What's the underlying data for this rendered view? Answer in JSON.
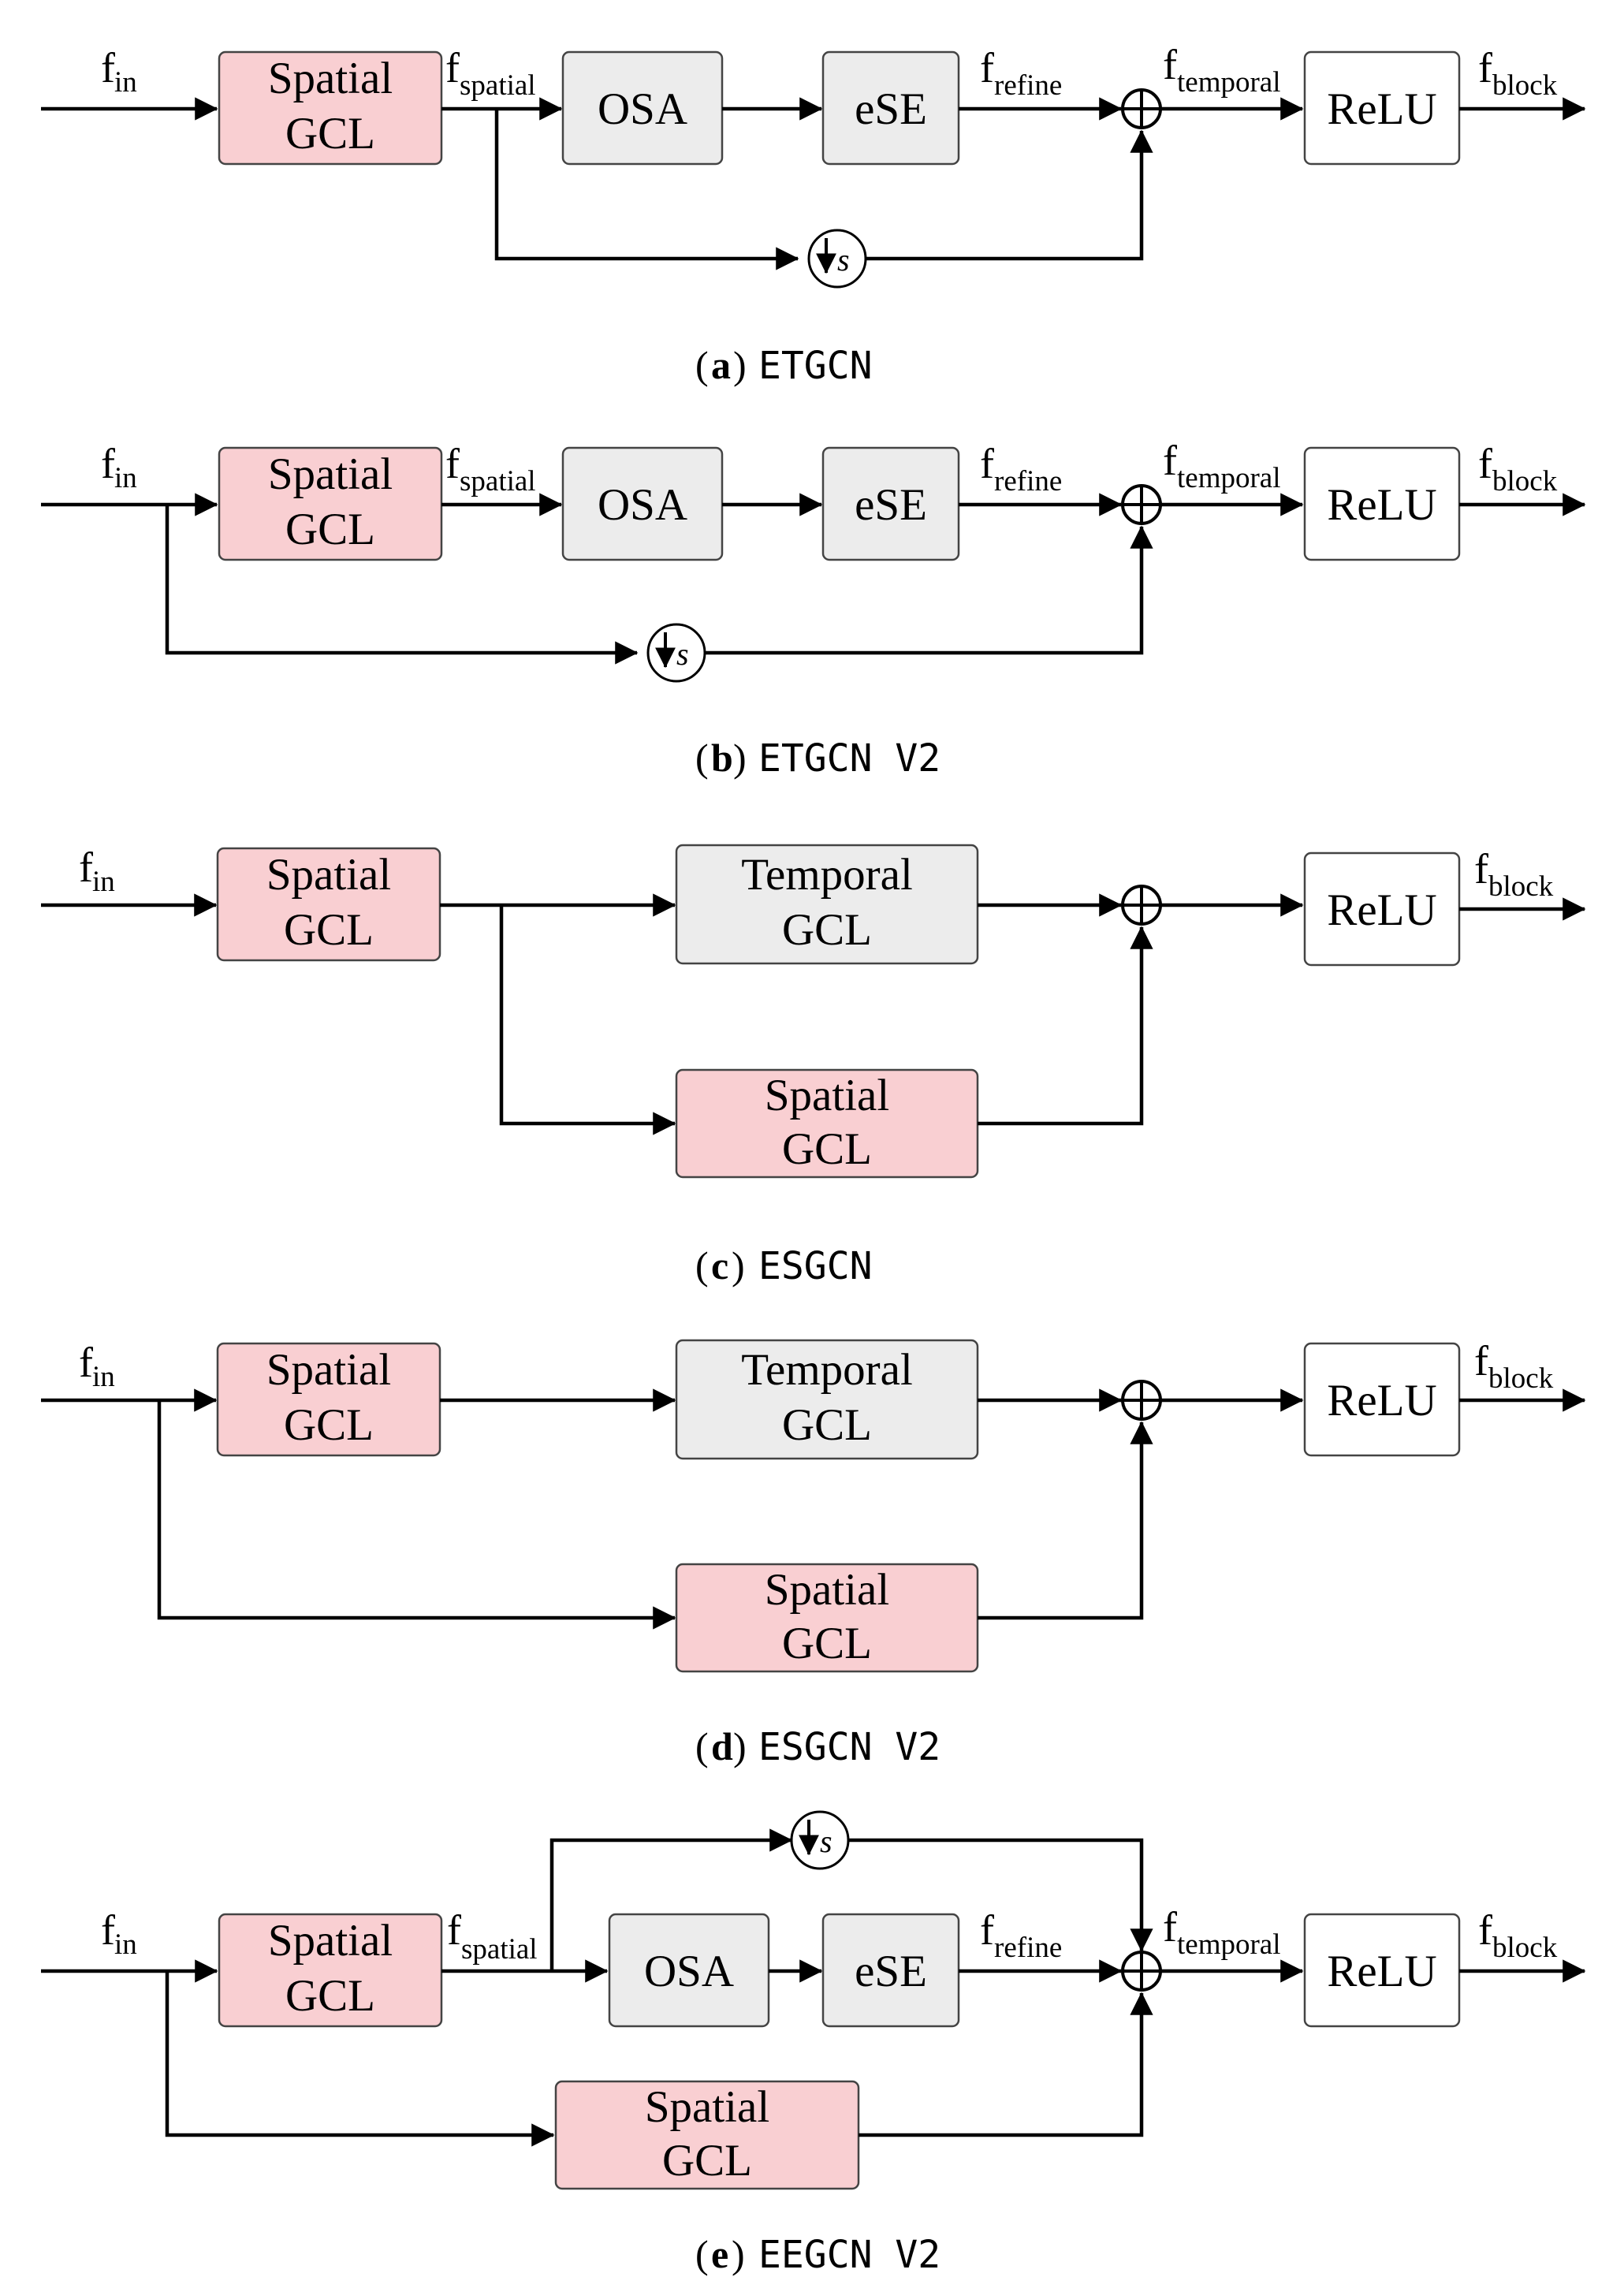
{
  "colors": {
    "spatial": "#f9cfd2",
    "gray": "#ececec",
    "white": "#ffffff",
    "stroke": "#444444"
  },
  "labels": {
    "spatial_gcl": [
      "Spatial",
      "GCL"
    ],
    "temporal_gcl": [
      "Temporal",
      "GCL"
    ],
    "osa": "OSA",
    "ese": "eSE",
    "relu": "ReLU",
    "downsample_symbol": "s"
  },
  "signals": {
    "f": "f",
    "in": "in",
    "spatial": "spatial",
    "refine": "refine",
    "temporal": "temporal",
    "block": "block"
  },
  "captions": [
    {
      "letter": "a",
      "text": "ETGCN"
    },
    {
      "letter": "b",
      "text": "ETGCN V2"
    },
    {
      "letter": "c",
      "text": "ESGCN"
    },
    {
      "letter": "d",
      "text": "ESGCN V2"
    },
    {
      "letter": "e",
      "text": "EEGCN V2"
    }
  ],
  "icons": {
    "sum": "circled-plus-icon",
    "downsample": "down-arrow-s-icon",
    "arrowhead": "arrowhead-icon"
  }
}
